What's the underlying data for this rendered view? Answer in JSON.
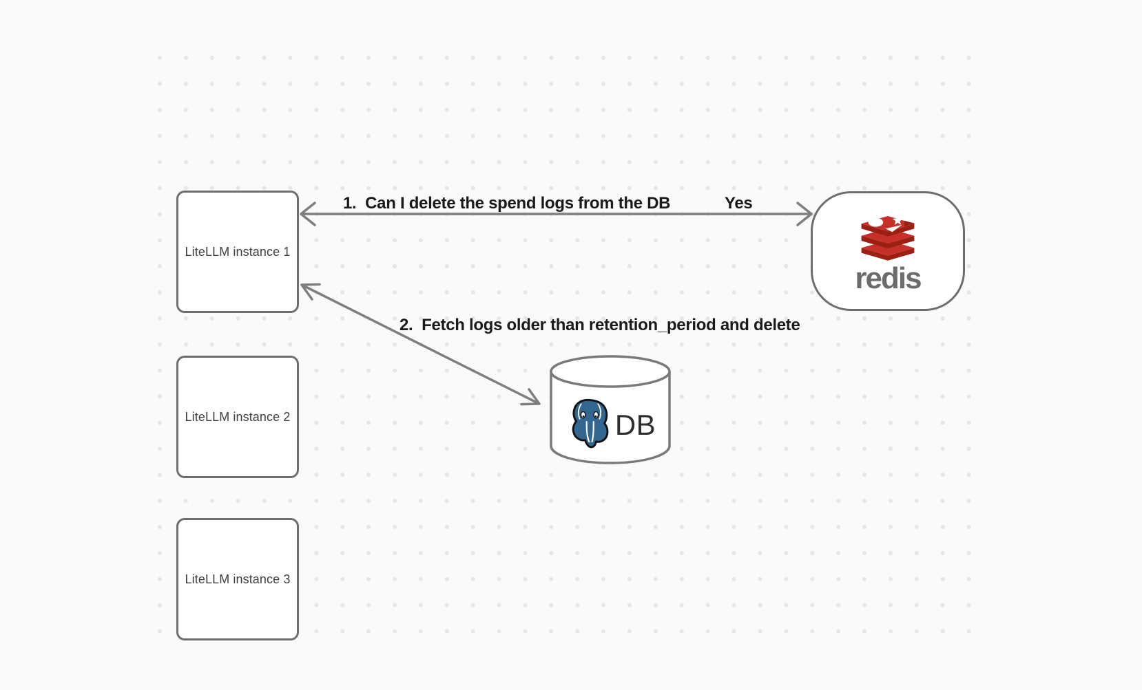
{
  "diagram": {
    "nodes": {
      "instance1": {
        "label": "LiteLLM instance 1"
      },
      "instance2": {
        "label": "LiteLLM instance 2"
      },
      "instance3": {
        "label": "LiteLLM instance 3"
      },
      "redis": {
        "wordmark": "redis"
      },
      "db": {
        "label": "DB"
      }
    },
    "arrows": {
      "request": {
        "label": "1.  Can I delete the spend logs from the DB",
        "response": "Yes"
      },
      "fetch": {
        "label": "2.  Fetch logs older than retention_period and delete"
      }
    },
    "colors": {
      "background": "#fafafa",
      "grid_dot": "#e6e6e6",
      "node_border": "#6d6d6d",
      "arrow": "#7e7e7e",
      "node_label_text": "#3f3f3f",
      "arrow_label_text": "#1a1a1a",
      "redis_red": "#c6302b",
      "redis_red_dark": "#9c1f13",
      "redis_gray": "#6c6c6c",
      "postgres_blue": "#336791",
      "db_label_text": "#2e2e2e"
    }
  }
}
